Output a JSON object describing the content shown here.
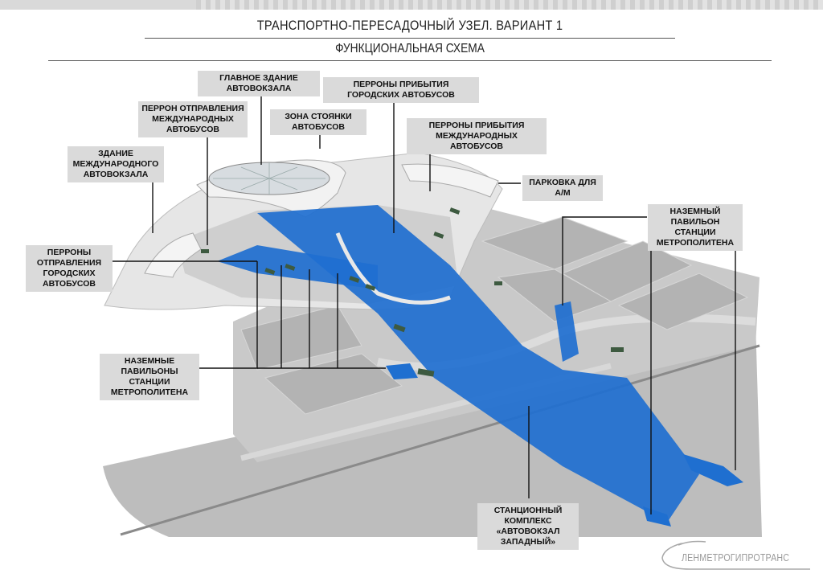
{
  "header": {
    "title": "ТРАНСПОРТНО-ПЕРЕСАДОЧНЫЙ УЗЕЛ. ВАРИАНТ 1",
    "subtitle": "ФУНКЦИОНАЛЬНАЯ СХЕМА"
  },
  "labels": {
    "main_building": "ГЛАВНОЕ ЗДАНИЕ АВТОВОКЗАЛА",
    "city_arrivals": "ПЕРРОНЫ ПРИБЫТИЯ ГОРОДСКИХ АВТОБУСОВ",
    "intl_departure_1": "ПЕРРОН ОТПРАВЛЕНИЯ",
    "intl_departure_2": "МЕЖДУНАРОДНЫХ АВТОБУСОВ",
    "bus_parking": "ЗОНА СТОЯНКИ АВТОБУСОВ",
    "intl_arrivals_1": "ПЕРРОНЫ ПРИБЫТИЯ МЕЖДУНАРОДНЫХ",
    "intl_arrivals_2": "АВТОБУСОВ",
    "intl_station_1": "ЗДАНИЕ МЕЖДУНАРОДНОГО",
    "intl_station_2": "АВТОВОКЗАЛА",
    "car_parking": "ПАРКОВКА ДЛЯ А/М",
    "metro_pavilion_right_1": "НАЗЕМНЫЙ ПАВИЛЬОН",
    "metro_pavilion_right_2": "СТАНЦИИ МЕТРОПОЛИТЕНА",
    "city_departures_1": "ПЕРРОНЫ ОТПРАВЛЕНИЯ",
    "city_departures_2": "ГОРОДСКИХ АВТОБУСОВ",
    "metro_pavilions_left_1": "НАЗЕМНЫЕ ПАВИЛЬОНЫ",
    "metro_pavilions_left_2": "СТАНЦИИ МЕТРОПОЛИТЕНА",
    "station_complex_1": "СТАНЦИОННЫЙ КОМПЛЕКС",
    "station_complex_2": "«АВТОВОКЗАЛ ЗАПАДНЫЙ»"
  },
  "logo": {
    "text": "ЛЕНМЕТРОГИПРОТРАНС"
  },
  "colors": {
    "metro_blue": "#1f6fd0",
    "ground": "#c8c8c8",
    "building": "#ececec",
    "label_bg": "#dadada"
  }
}
